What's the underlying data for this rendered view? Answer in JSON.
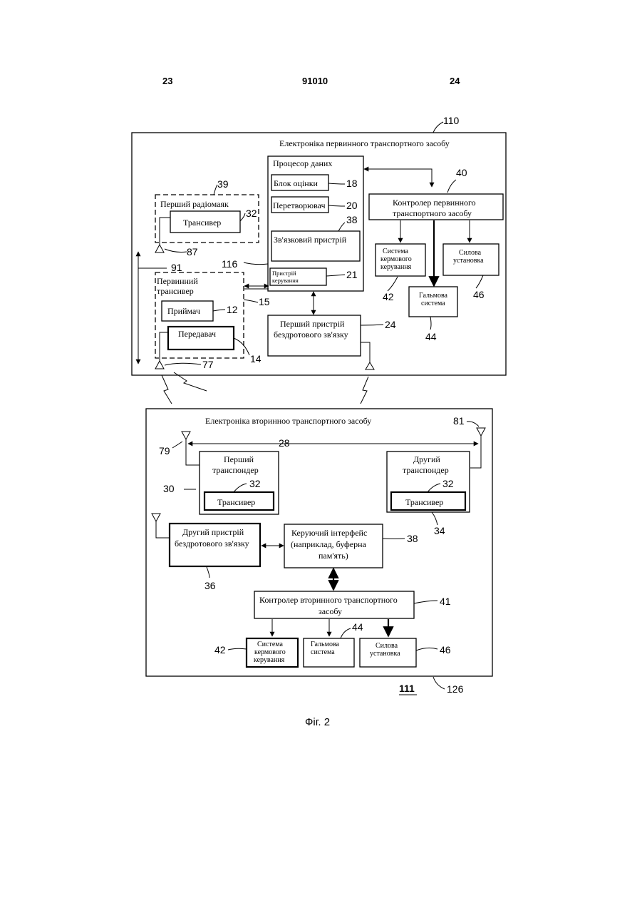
{
  "header": {
    "page_left": "23",
    "doc_number": "91010",
    "page_right": "24"
  },
  "primary": {
    "ref": "110",
    "title": "Електроніка первинного транспортного засобу",
    "processor": {
      "title": "Процесор даних",
      "evaluator": "Блок оцінки",
      "evaluator_ref": "18",
      "converter": "Перетворювач",
      "converter_ref": "20",
      "comm": "Зв'язковий пристрій",
      "comm_ref": "38",
      "control1": "Пристрій",
      "control2": "керування",
      "control_ref": "21",
      "ref": "116"
    },
    "beacon": {
      "title": "Перший радіомаяк",
      "ref": "39",
      "transceiver": "Трансивер",
      "transceiver_ref": "32",
      "antenna_ref": "87"
    },
    "transceiver": {
      "title1": "Первинний",
      "title2": "трансивер",
      "ref": "15",
      "receiver": "Приймач",
      "receiver_ref": "12",
      "transmitter": "Передавач",
      "transmitter_ref": "14",
      "antenna_ref": "77"
    },
    "span_ref": "91",
    "wireless": {
      "line1": "Перший пристрій",
      "line2": "бездротового зв'язку",
      "ref": "24"
    },
    "controller": {
      "line1": "Контролер первинного",
      "line2": "транспортного засобу",
      "ref": "40"
    },
    "steering": {
      "line1": "Система",
      "line2": "кермового",
      "line3": "керування",
      "ref": "42"
    },
    "brake": {
      "line1": "Гальмова",
      "line2": "система",
      "ref": "44"
    },
    "power": {
      "line1": "Силова",
      "line2": "установка",
      "ref": "46"
    }
  },
  "secondary": {
    "ref": "126",
    "label_ref": "111",
    "title": "Електроніка вторинноо транспортного засобу",
    "span_ref": "28",
    "first_transponder": {
      "line1": "Перший",
      "line2": "транспондер",
      "ref": "30",
      "transceiver": "Трансивер",
      "transceiver_ref": "32",
      "antenna_ref": "79"
    },
    "second_transponder": {
      "line1": "Другий",
      "line2": "транспондер",
      "ref": "34",
      "transceiver": "Трансивер",
      "transceiver_ref": "32",
      "antenna_ref": "81"
    },
    "wireless": {
      "line1": "Другий пристрій",
      "line2": "бездротового зв'язку",
      "ref": "36"
    },
    "interface": {
      "line1": "Керуючий інтерфейс",
      "line2": "(наприклад, буферна",
      "line3": "пам'ять)",
      "ref": "38"
    },
    "controller": {
      "line1": "Контролер вторинного транспортного",
      "line2": "засобу",
      "ref": "41"
    },
    "steering": {
      "line1": "Система",
      "line2": "кермового",
      "line3": "керування",
      "ref": "42"
    },
    "brake": {
      "line1": "Гальмова",
      "line2": "система",
      "ref": "44"
    },
    "power": {
      "line1": "Силова",
      "line2": "установка",
      "ref": "46"
    }
  },
  "caption": "Фіг. 2"
}
